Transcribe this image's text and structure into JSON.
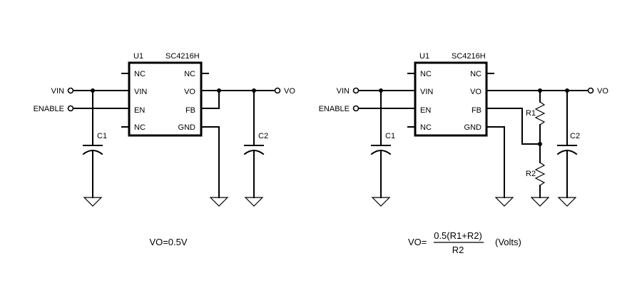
{
  "left": {
    "ref": "U1",
    "part": "SC4216H",
    "pins_left": [
      "NC",
      "VIN",
      "EN",
      "NC"
    ],
    "pins_right": [
      "NC",
      "VO",
      "FB",
      "GND"
    ],
    "vin_label": "VIN",
    "enable_label": "ENABLE",
    "vo_label": "VO",
    "c1_label": "C1",
    "c2_label": "C2",
    "equation": "VO=0.5V"
  },
  "right": {
    "ref": "U1",
    "part": "SC4216H",
    "pins_left": [
      "NC",
      "VIN",
      "EN",
      "NC"
    ],
    "pins_right": [
      "NC",
      "VO",
      "FB",
      "GND"
    ],
    "vin_label": "VIN",
    "enable_label": "ENABLE",
    "vo_label": "VO",
    "c1_label": "C1",
    "c2_label": "C2",
    "r1_label": "R1",
    "r2_label": "R2",
    "eq_prefix": "VO=",
    "eq_numerator": "0.5(R1+R2)",
    "eq_denominator": "R2",
    "eq_suffix": "(Volts)"
  }
}
